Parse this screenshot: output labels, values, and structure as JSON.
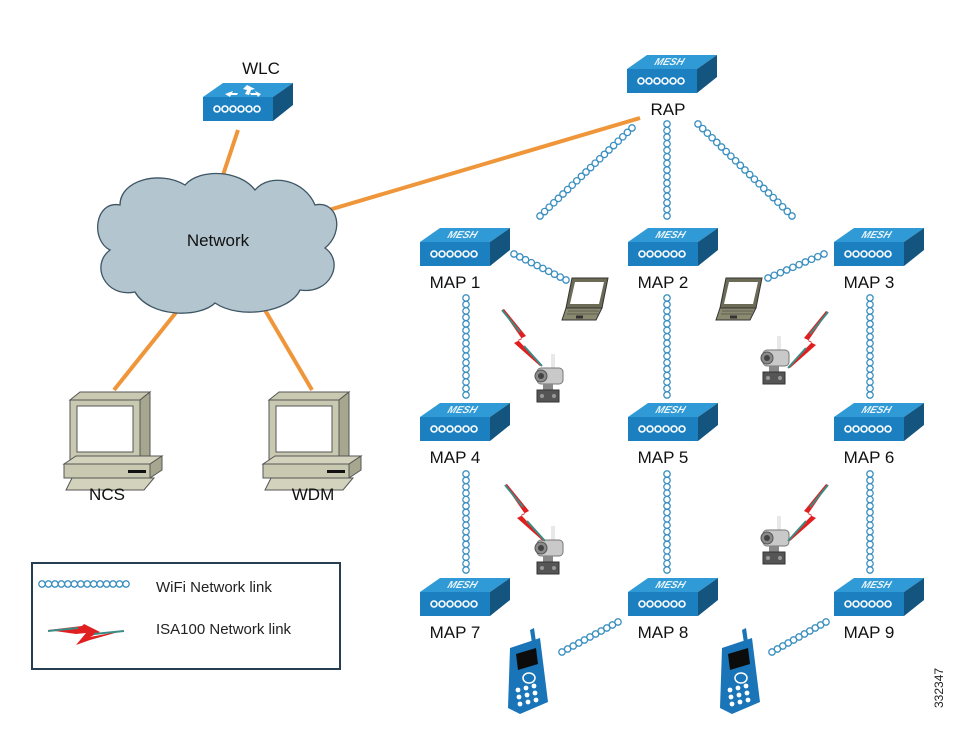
{
  "title": "Wireless mesh network with WiFi and ISA100 links",
  "colors": {
    "wired_link": "#f0963a",
    "wifi_link": "#3b8fc0",
    "mesh_top": "#2f9ad6",
    "mesh_front": "#1b7fc0",
    "mesh_side": "#13557f",
    "cloud_fill": "#b3c6cf",
    "cloud_stroke": "#3e5564",
    "isa_red": "#e02020",
    "isa_teal": "#3b8c85",
    "legend_border": "#263e52",
    "phone": "#1a74b8"
  },
  "nodes": {
    "wlc": {
      "label": "WLC",
      "icon": "wlc-icon"
    },
    "rap": {
      "label": "RAP",
      "icon": "mesh-ap-icon",
      "badge": "MESH"
    },
    "network": {
      "label": "Network",
      "icon": "cloud-icon"
    },
    "ncs": {
      "label": "NCS",
      "icon": "workstation-icon"
    },
    "wdm": {
      "label": "WDM",
      "icon": "workstation-icon"
    },
    "maps": [
      {
        "id": "map1",
        "label": "MAP 1"
      },
      {
        "id": "map2",
        "label": "MAP 2"
      },
      {
        "id": "map3",
        "label": "MAP 3"
      },
      {
        "id": "map4",
        "label": "MAP 4"
      },
      {
        "id": "map5",
        "label": "MAP 5"
      },
      {
        "id": "map6",
        "label": "MAP 6"
      },
      {
        "id": "map7",
        "label": "MAP 7"
      },
      {
        "id": "map8",
        "label": "MAP 8"
      },
      {
        "id": "map9",
        "label": "MAP 9"
      }
    ]
  },
  "legend": {
    "items": [
      {
        "label": "WiFi Network link",
        "symbol": "wifi-link-symbol"
      },
      {
        "label": "ISA100 Network link",
        "symbol": "isa100-link-symbol"
      }
    ]
  },
  "figure_id": "332347"
}
